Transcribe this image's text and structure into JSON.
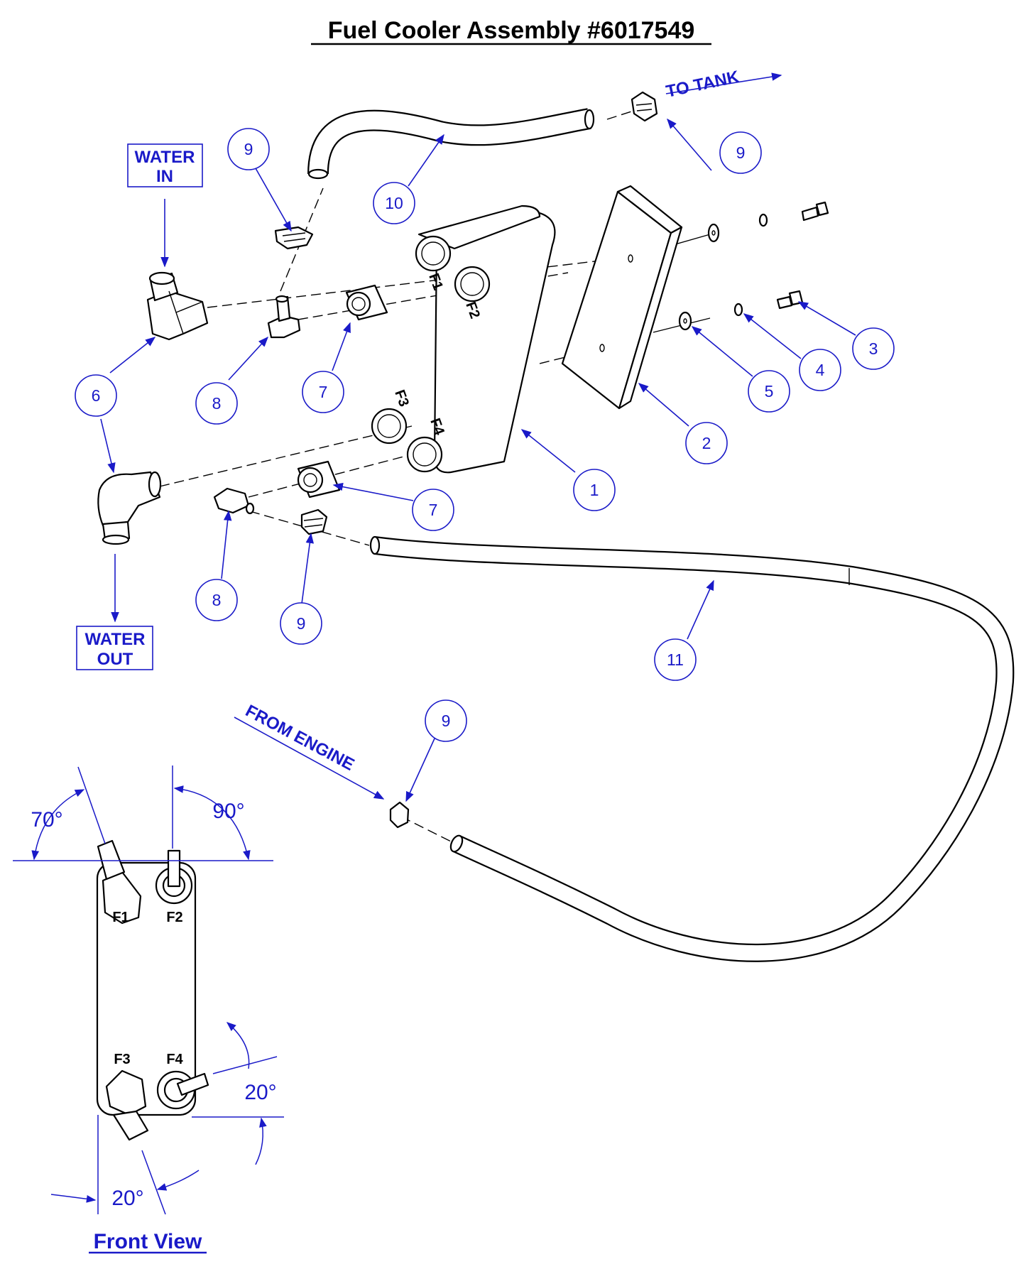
{
  "title": "Fuel Cooler Assembly #6017549",
  "flow_labels": {
    "water_in": [
      "WATER",
      "IN"
    ],
    "water_out": [
      "WATER",
      "OUT"
    ],
    "to_tank": "TO TANK",
    "from_engine": "FROM ENGINE"
  },
  "port_labels": {
    "f1": "F1",
    "f2": "F2",
    "f3": "F3",
    "f4": "F4"
  },
  "balloons": {
    "b1": "1",
    "b2": "2",
    "b3": "3",
    "b4": "4",
    "b5": "5",
    "b6": "6",
    "b7a": "7",
    "b7b": "7",
    "b8a": "8",
    "b8b": "8",
    "b9a": "9",
    "b9b": "9",
    "b9c": "9",
    "b9d": "9",
    "b10": "10",
    "b11": "11"
  },
  "front_view": {
    "label": "Front View",
    "angle_70": "70°",
    "angle_90": "90°",
    "angle_20_right": "20°",
    "angle_20_bottom": "20°"
  },
  "colors": {
    "annotation": "#1a1ac8",
    "line": "#000000"
  }
}
